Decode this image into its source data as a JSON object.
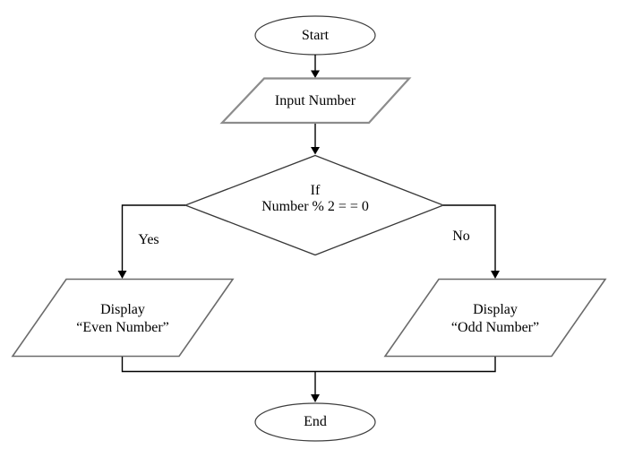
{
  "flowchart": {
    "background": "#ffffff",
    "colors": {
      "shape_fill": "#ffffff",
      "terminator_outline": "#3d3d3d",
      "decision_outline": "#383838",
      "input_outline_gray": "#8c8c8c",
      "display_outline": "#6b6b6b",
      "connector": "#000000",
      "text": "#000000"
    },
    "nodes": {
      "start": {
        "shape": "terminator-ellipse",
        "label": "Start"
      },
      "input_number": {
        "shape": "input-output-parallelogram",
        "label": "Input Number"
      },
      "decision": {
        "shape": "decision-diamond",
        "label_line1": "If",
        "label_line2": "Number % 2 = = 0"
      },
      "display_even": {
        "shape": "input-output-parallelogram",
        "label_line1": "Display",
        "label_line2": "“Even Number”"
      },
      "display_odd": {
        "shape": "input-output-parallelogram",
        "label_line1": "Display",
        "label_line2": "“Odd Number”"
      },
      "end": {
        "shape": "terminator-ellipse",
        "label": "End"
      }
    },
    "branches": {
      "yes_label": "Yes",
      "no_label": "No"
    }
  }
}
